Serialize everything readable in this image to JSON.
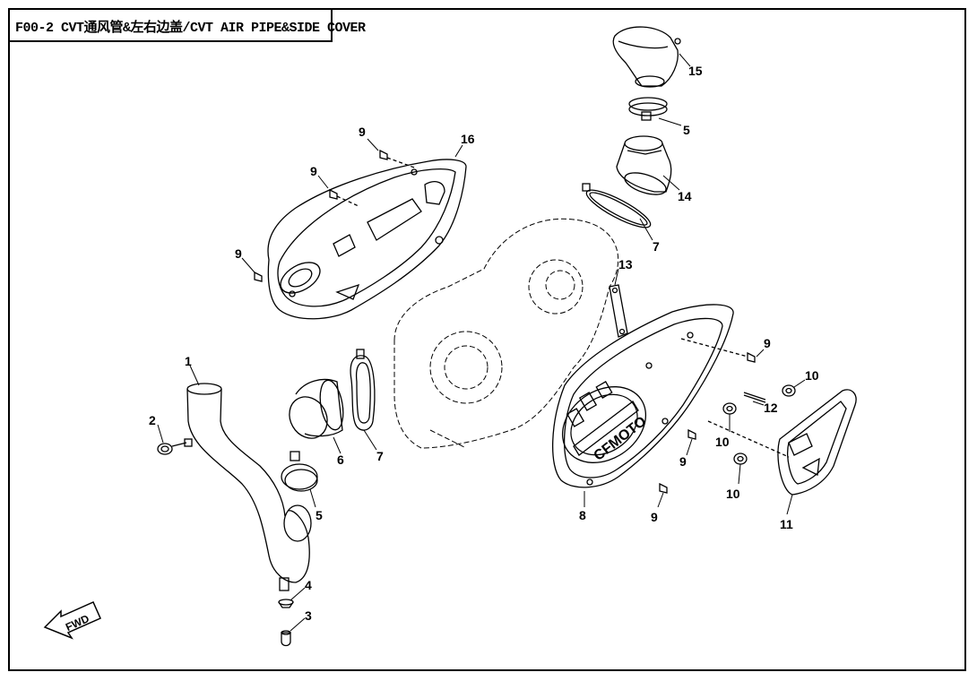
{
  "title": "F00-2 CVT通风管&左右边盖/CVT AIR PIPE&SIDE COVER",
  "fwd_label": "FWD",
  "brand_label": "CFMOTO",
  "callouts": [
    "15",
    "5",
    "16",
    "9",
    "9",
    "14",
    "7",
    "9",
    "13",
    "9",
    "1",
    "10",
    "2",
    "12",
    "7",
    "6",
    "10",
    "9",
    "5",
    "10",
    "8",
    "9",
    "11",
    "4",
    "3"
  ],
  "line_color": "#000000"
}
